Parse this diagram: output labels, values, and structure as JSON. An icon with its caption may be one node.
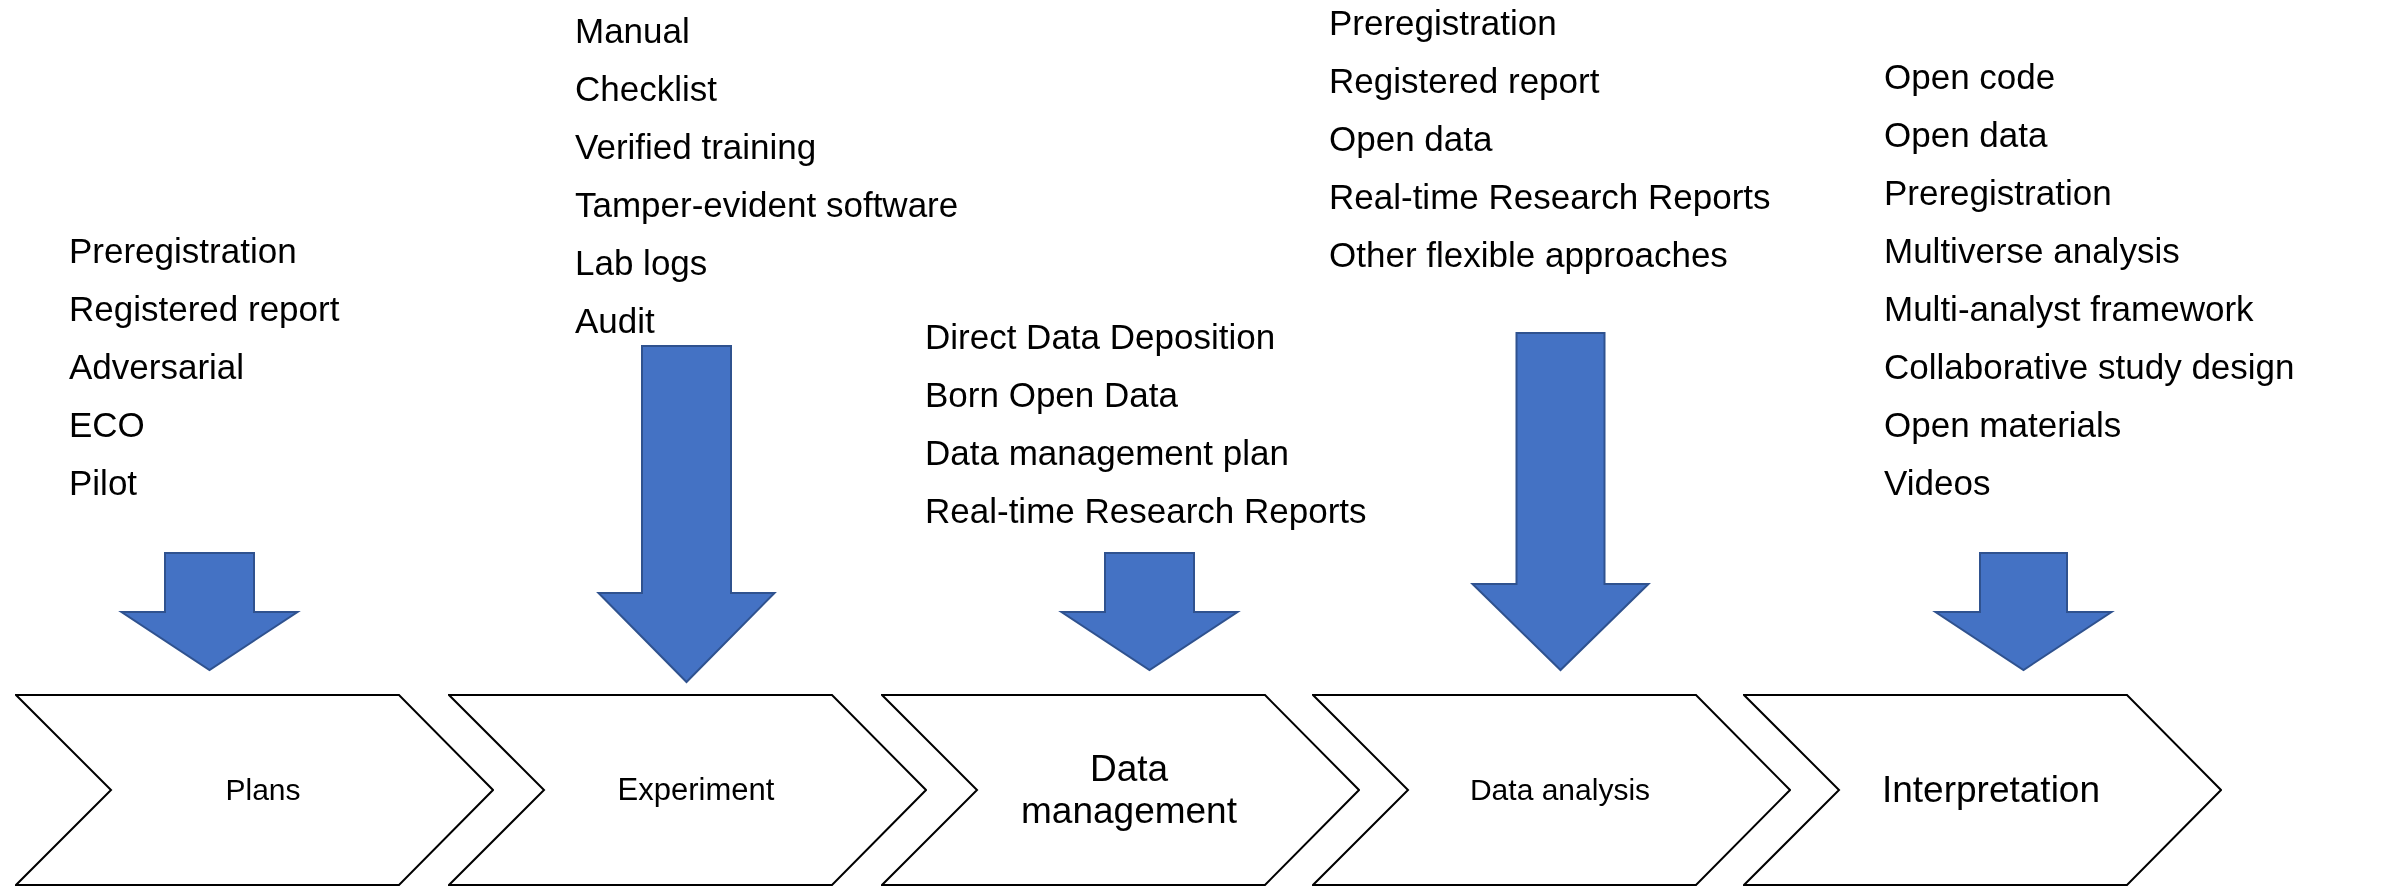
{
  "diagram": {
    "nodes": [
      {
        "text": [
          "Preregistration",
          "Registered report",
          "Adversarial",
          "ECO",
          "Pilot"
        ]
      },
      {
        "text": [
          "Manual",
          "Checklist",
          "Verified training",
          "Tamper-evident software",
          "Lab logs",
          "Audit"
        ]
      },
      {
        "text": [
          "Direct Data Deposition",
          "Born Open Data",
          "Data management plan",
          "Real-time Research Reports"
        ]
      },
      {
        "text": [
          "Preregistration",
          "Registered report",
          "Open data",
          "Real-time Research Reports",
          "Other flexible approaches"
        ]
      },
      {
        "text": [
          "Open code",
          "Open data",
          "Preregistration",
          "Multiverse analysis",
          "Multi-analyst framework",
          "Collaborative study design",
          "Open materials",
          "Videos"
        ]
      },
      {
        "text": [
          "Plans"
        ]
      },
      {
        "text": [
          "Experiment"
        ]
      },
      {
        "text": [
          "Data management"
        ]
      },
      {
        "text": [
          "Data analysis"
        ]
      },
      {
        "text": [
          "Interpretation"
        ]
      }
    ],
    "edges": [
      {
        "from": 0,
        "to": 5,
        "arrow": "to"
      },
      {
        "from": 1,
        "to": 6,
        "arrow": "to"
      },
      {
        "from": 2,
        "to": 7,
        "arrow": "to"
      },
      {
        "from": 3,
        "to": 8,
        "arrow": "to"
      },
      {
        "from": 4,
        "to": 9,
        "arrow": "to"
      }
    ]
  }
}
